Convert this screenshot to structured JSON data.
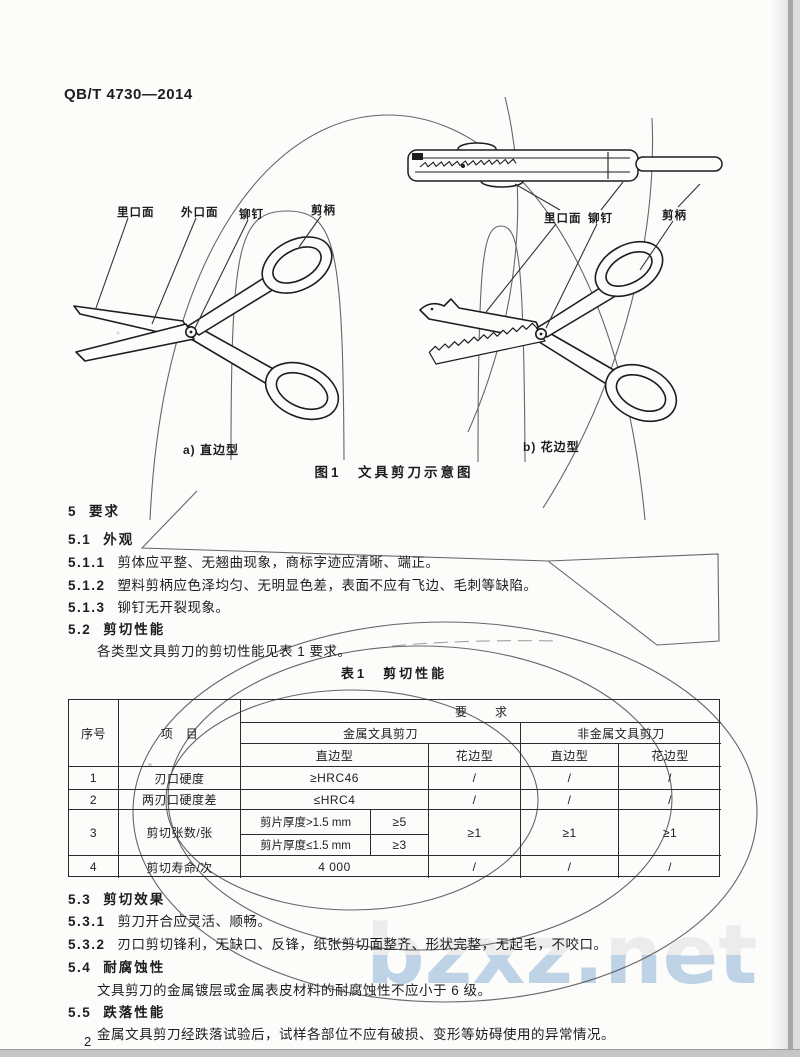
{
  "colors": {
    "ink": "#1d1d1d",
    "table_line": "#2b2b2b",
    "scan_curve": "#4d4d4d",
    "edge_shadow": "#a7a7a7",
    "watermark_top": "#ececec",
    "watermark_bottom": "#bed3e6"
  },
  "header": {
    "standard_code": "QB/T 4730—2014"
  },
  "figure": {
    "labels_left": {
      "l1": "里口面",
      "l2": "外口面",
      "l3": "铆钉",
      "l4": "剪柄"
    },
    "labels_right": {
      "l1": "里口面",
      "l2": "铆钉",
      "l3": "剪柄"
    },
    "caption_a": "a) 直边型",
    "caption_b": "b) 花边型",
    "title": "图1　文具剪刀示意图"
  },
  "clauses": {
    "c5": {
      "num": "5",
      "title": "要求"
    },
    "c51": {
      "num": "5.1",
      "title": "外观"
    },
    "c511": {
      "num": "5.1.1",
      "text": "剪体应平整、无翘曲现象，商标字迹应清晰、端正。"
    },
    "c512": {
      "num": "5.1.2",
      "text": "塑料剪柄应色泽均匀、无明显色差，表面不应有飞边、毛刺等缺陷。"
    },
    "c513": {
      "num": "5.1.3",
      "text": "铆钉无开裂现象。"
    },
    "c52": {
      "num": "5.2",
      "title": "剪切性能"
    },
    "c52_body": {
      "text": "各类型文具剪刀的剪切性能见表 1 要求。"
    },
    "c53": {
      "num": "5.3",
      "title": "剪切效果"
    },
    "c531": {
      "num": "5.3.1",
      "text": "剪刀开合应灵活、顺畅。"
    },
    "c532": {
      "num": "5.3.2",
      "text": "刃口剪切锋利，无缺口、反锋，纸张剪切面整齐、形状完整，无起毛，不咬口。"
    },
    "c54": {
      "num": "5.4",
      "title": "耐腐蚀性"
    },
    "c54_body": {
      "text": "文具剪刀的金属镀层或金属表皮材料的耐腐蚀性不应小于 6 级。"
    },
    "c55": {
      "num": "5.5",
      "title": "跌落性能"
    },
    "c55_body": {
      "text": "金属文具剪刀经跌落试验后，试样各部位不应有破损、变形等妨碍使用的异常情况。"
    }
  },
  "table": {
    "title": "表1　剪切性能",
    "header": {
      "no": "序号",
      "item": "项　目",
      "req": "要　求",
      "metal": "金属文具剪刀",
      "nonmetal": "非金属文具剪刀",
      "straight": "直边型",
      "lace": "花边型"
    },
    "rows": {
      "r1": {
        "no": "1",
        "item": "刃口硬度",
        "metal_straight": "≥HRC46",
        "metal_lace": "/",
        "nm_straight": "/",
        "nm_lace": "/"
      },
      "r2": {
        "no": "2",
        "item": "两刃口硬度差",
        "metal_straight": "≤HRC4",
        "metal_lace": "/",
        "nm_straight": "/",
        "nm_lace": "/"
      },
      "r3": {
        "no": "3",
        "item": "剪切张数/张",
        "cond1": "剪片厚度>1.5 mm",
        "val1": "≥5",
        "cond2": "剪片厚度≤1.5 mm",
        "val2": "≥3",
        "metal_lace": "≥1",
        "nm_straight": "≥1",
        "nm_lace": "≥1"
      },
      "r4": {
        "no": "4",
        "item": "剪切寿命/次",
        "metal_straight": "4 000",
        "metal_lace": "/",
        "nm_straight": "/",
        "nm_lace": "/"
      }
    }
  },
  "footer": {
    "page_number": "2"
  },
  "watermark": {
    "text": "bzxz.net"
  }
}
